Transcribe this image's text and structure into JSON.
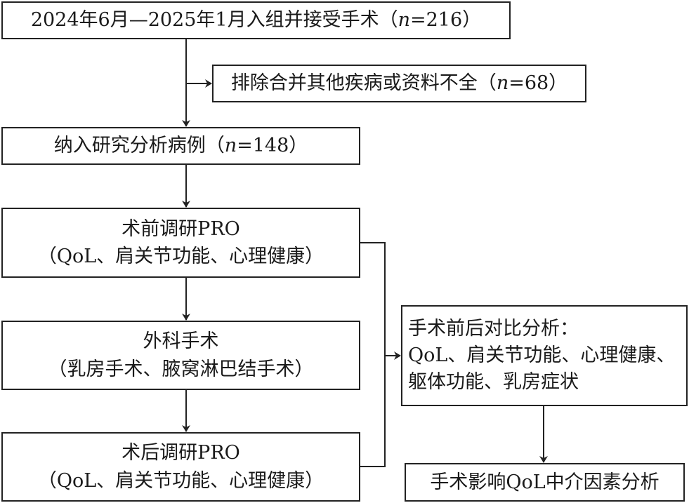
{
  "boxes": {
    "enrolled": {
      "prefix": "2024年6月—2025年1月入组并接受手术（",
      "n_label": "n",
      "suffix": "=216）"
    },
    "excluded": {
      "prefix": "排除合并其他疾病或资料不全（",
      "n_label": "n",
      "suffix": "=68）"
    },
    "included": {
      "prefix": "纳入研究分析病例（",
      "n_label": "n",
      "suffix": "=148）"
    },
    "preop": {
      "title": "术前调研PRO",
      "detail": "（QoL、肩关节功能、心理健康）"
    },
    "surgery": {
      "title": "外科手术",
      "detail": "（乳房手术、腋窝淋巴结手术）"
    },
    "postop": {
      "title": "术后调研PRO",
      "detail": "（QoL、肩关节功能、心理健康）"
    },
    "comparison": {
      "line1": "手术前后对比分析：",
      "line2": "QoL、肩关节功能、心理健康、",
      "line3": "躯体功能、乳房症状"
    },
    "mediation": {
      "text": "手术影响QoL中介因素分析"
    }
  },
  "colors": {
    "stroke": "#222222",
    "background": "#ffffff"
  }
}
